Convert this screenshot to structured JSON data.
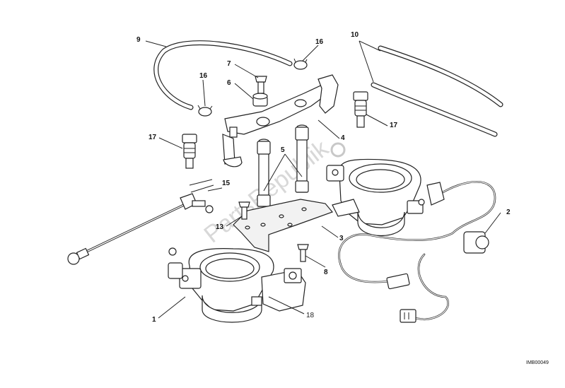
{
  "callouts": {
    "c1": "1",
    "c2": "2",
    "c3": "3",
    "c4": "4",
    "c5": "5",
    "c6": "6",
    "c7": "7",
    "c8": "8",
    "c9": "9",
    "c10": "10",
    "c13": "13",
    "c15": "15",
    "c16a": "16",
    "c16b": "16",
    "c17a": "17",
    "c17b": "17",
    "c18": "18"
  },
  "reference_code": "IMB00049",
  "watermark": "PartsRepublik"
}
